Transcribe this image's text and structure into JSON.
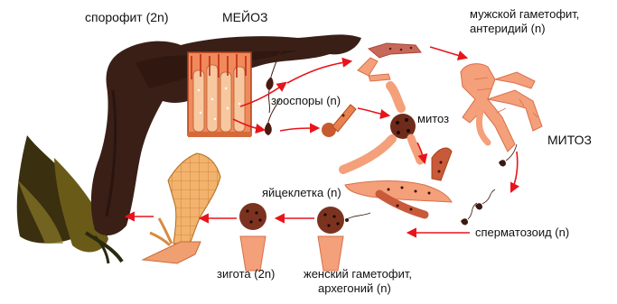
{
  "labels": {
    "sporophyte": "спорофит (2n)",
    "meiosis": "МЕЙОЗ",
    "male_gametophyte_line1": "мужской гаметофит,",
    "male_gametophyte_line2": "антеридий (n)",
    "zoospores": "зооспоры (n)",
    "mitosis_small": "митоз",
    "mitosis_big": "МИТОЗ",
    "egg": "яйцеклетка (n)",
    "sperm": "сперматозоид (n)",
    "zygote": "зигота (2n)",
    "female_gametophyte_line1": "женский гаметофит,",
    "female_gametophyte_line2": "архегоний (n)"
  },
  "colors": {
    "arrow": "#e8141b",
    "sporophyte": "#3a1f17",
    "sporophyte_shadow": "#2a140e",
    "kelp_dark": "#2a2a10",
    "kelp_light": "#7a6a20",
    "gametophyte": "#f4a07a",
    "gametophyte_stroke": "#d9704a",
    "zygote": "#7b3320",
    "zygote_young_plant": "#f0b030",
    "text": "#111111"
  }
}
